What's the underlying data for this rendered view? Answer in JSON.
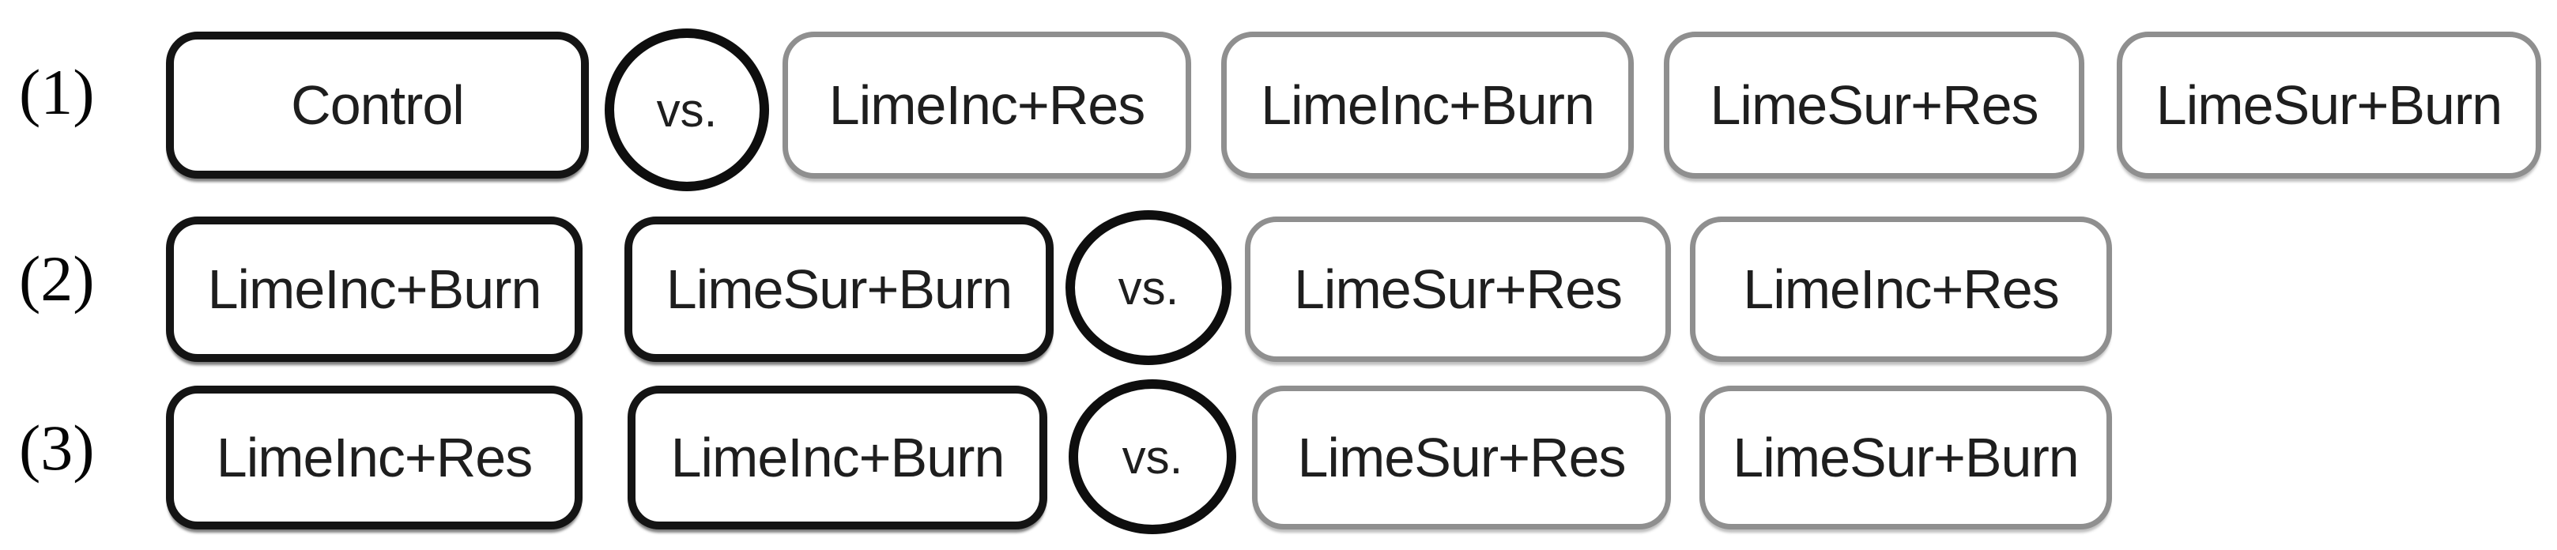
{
  "figure": {
    "description_vs_label": "vs.",
    "colors": {
      "background": "#ffffff",
      "dark_box_border": "#141414",
      "gray_box_border": "#8f8f8f",
      "text": "#1e1e1e"
    },
    "rows": [
      {
        "id": "(1)",
        "group_a": [
          "Control"
        ],
        "group_b": [
          "LimeInc+Res",
          "LimeInc+Burn",
          "LimeSur+Res",
          "LimeSur+Burn"
        ]
      },
      {
        "id": "(2)",
        "group_a": [
          "LimeInc+Burn",
          "LimeSur+Burn"
        ],
        "group_b": [
          "LimeSur+Res",
          "LimeInc+Res"
        ]
      },
      {
        "id": "(3)",
        "group_a": [
          "LimeInc+Res",
          "LimeInc+Burn"
        ],
        "group_b": [
          "LimeSur+Res",
          "LimeSur+Burn"
        ]
      }
    ]
  }
}
